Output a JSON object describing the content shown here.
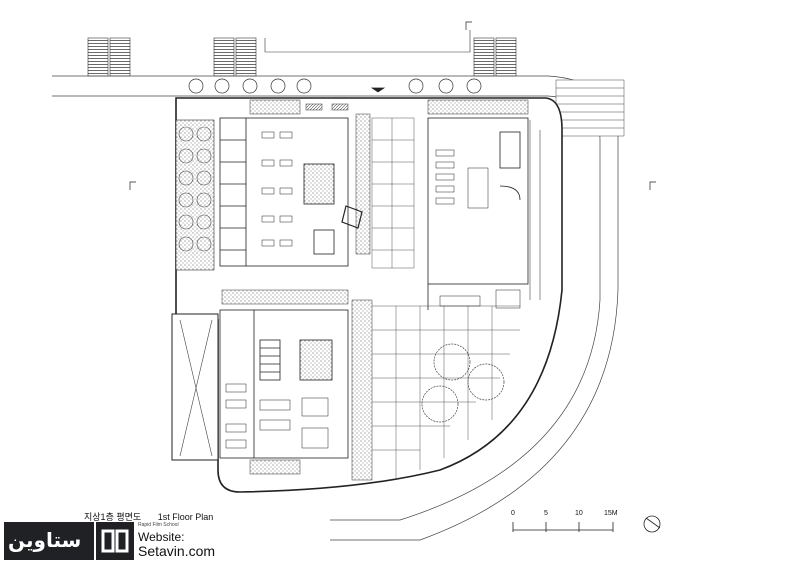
{
  "title": {
    "korean": "지상1층 평면도",
    "english": "1st Floor Plan"
  },
  "scale_bar": {
    "ticks": [
      "0",
      "5",
      "10",
      "15M"
    ]
  },
  "watermark": {
    "logo_text": "ستاوین",
    "small_text": "Rapid Film School",
    "website_label": "Website:",
    "website_url": "Setavin.com"
  },
  "colors": {
    "line": "#222222",
    "hatch": "#888888",
    "logo_bg": "#1f2124"
  }
}
